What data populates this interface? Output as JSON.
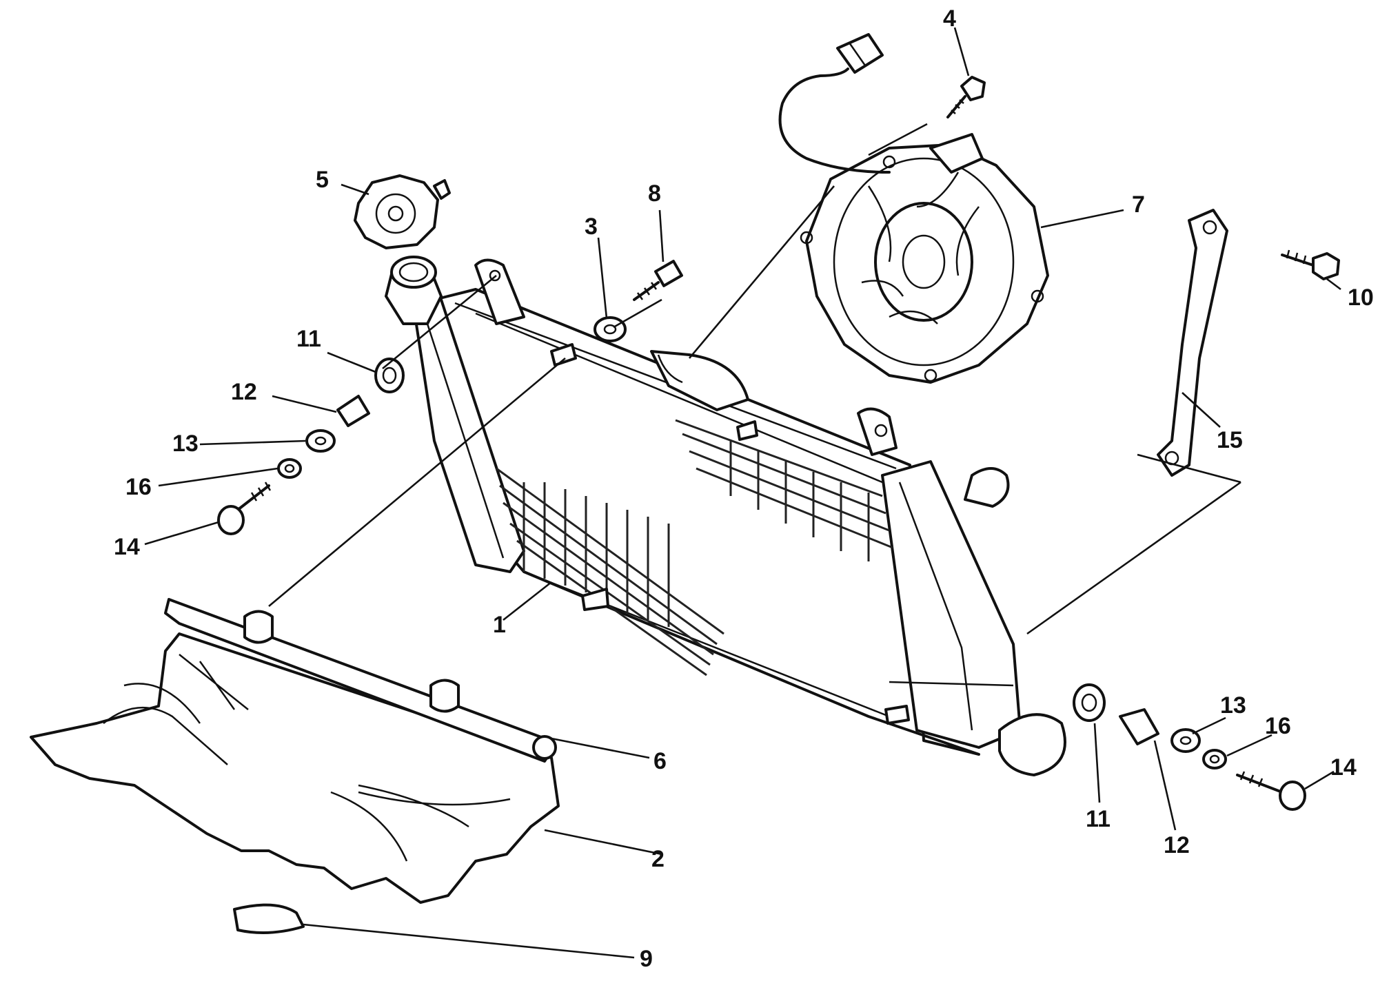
{
  "callouts": {
    "c1": "1",
    "c2": "2",
    "c3": "3",
    "c4": "4",
    "c5": "5",
    "c6": "6",
    "c7": "7",
    "c8": "8",
    "c9": "9",
    "c10": "10",
    "c11a": "11",
    "c11b": "11",
    "c12a": "12",
    "c12b": "12",
    "c13a": "13",
    "c13b": "13",
    "c14a": "14",
    "c14b": "14",
    "c15": "15",
    "c16a": "16",
    "c16b": "16"
  }
}
